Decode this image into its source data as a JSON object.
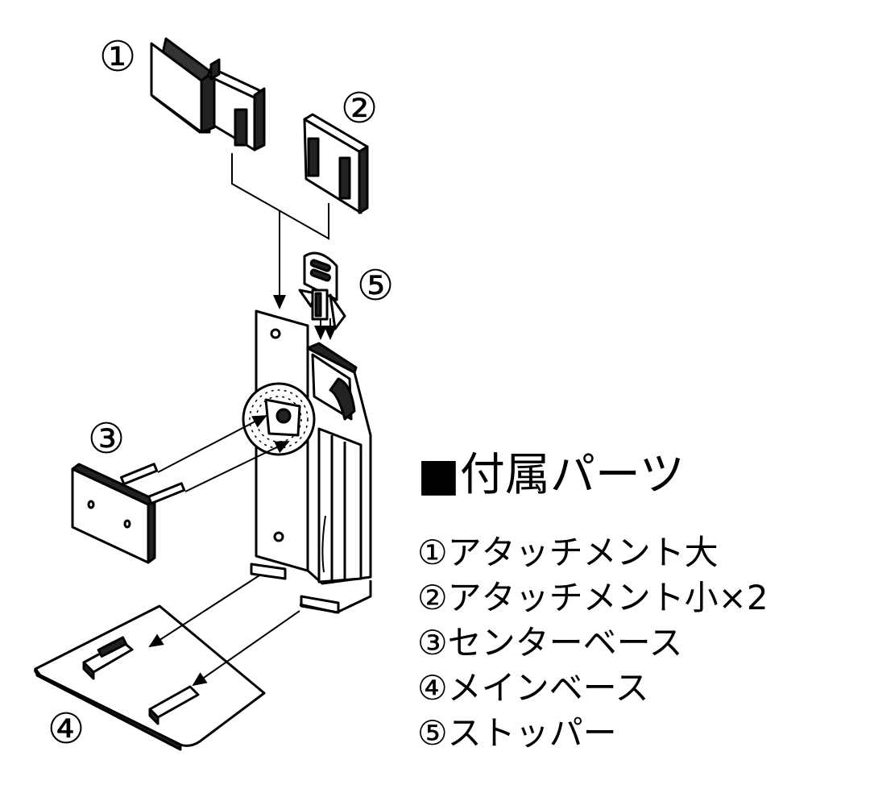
{
  "callouts": {
    "c1": "①",
    "c2": "②",
    "c3": "③",
    "c4": "④",
    "c5": "⑤"
  },
  "parts": {
    "title": "■付属パーツ",
    "items": [
      "①アタッチメント大",
      "②アタッチメント小×2",
      "③センターベース",
      "④メインベース",
      "⑤ストッパー"
    ]
  },
  "colors": {
    "line": "#000000",
    "fill": "#ffffff",
    "shade": "#333333"
  }
}
